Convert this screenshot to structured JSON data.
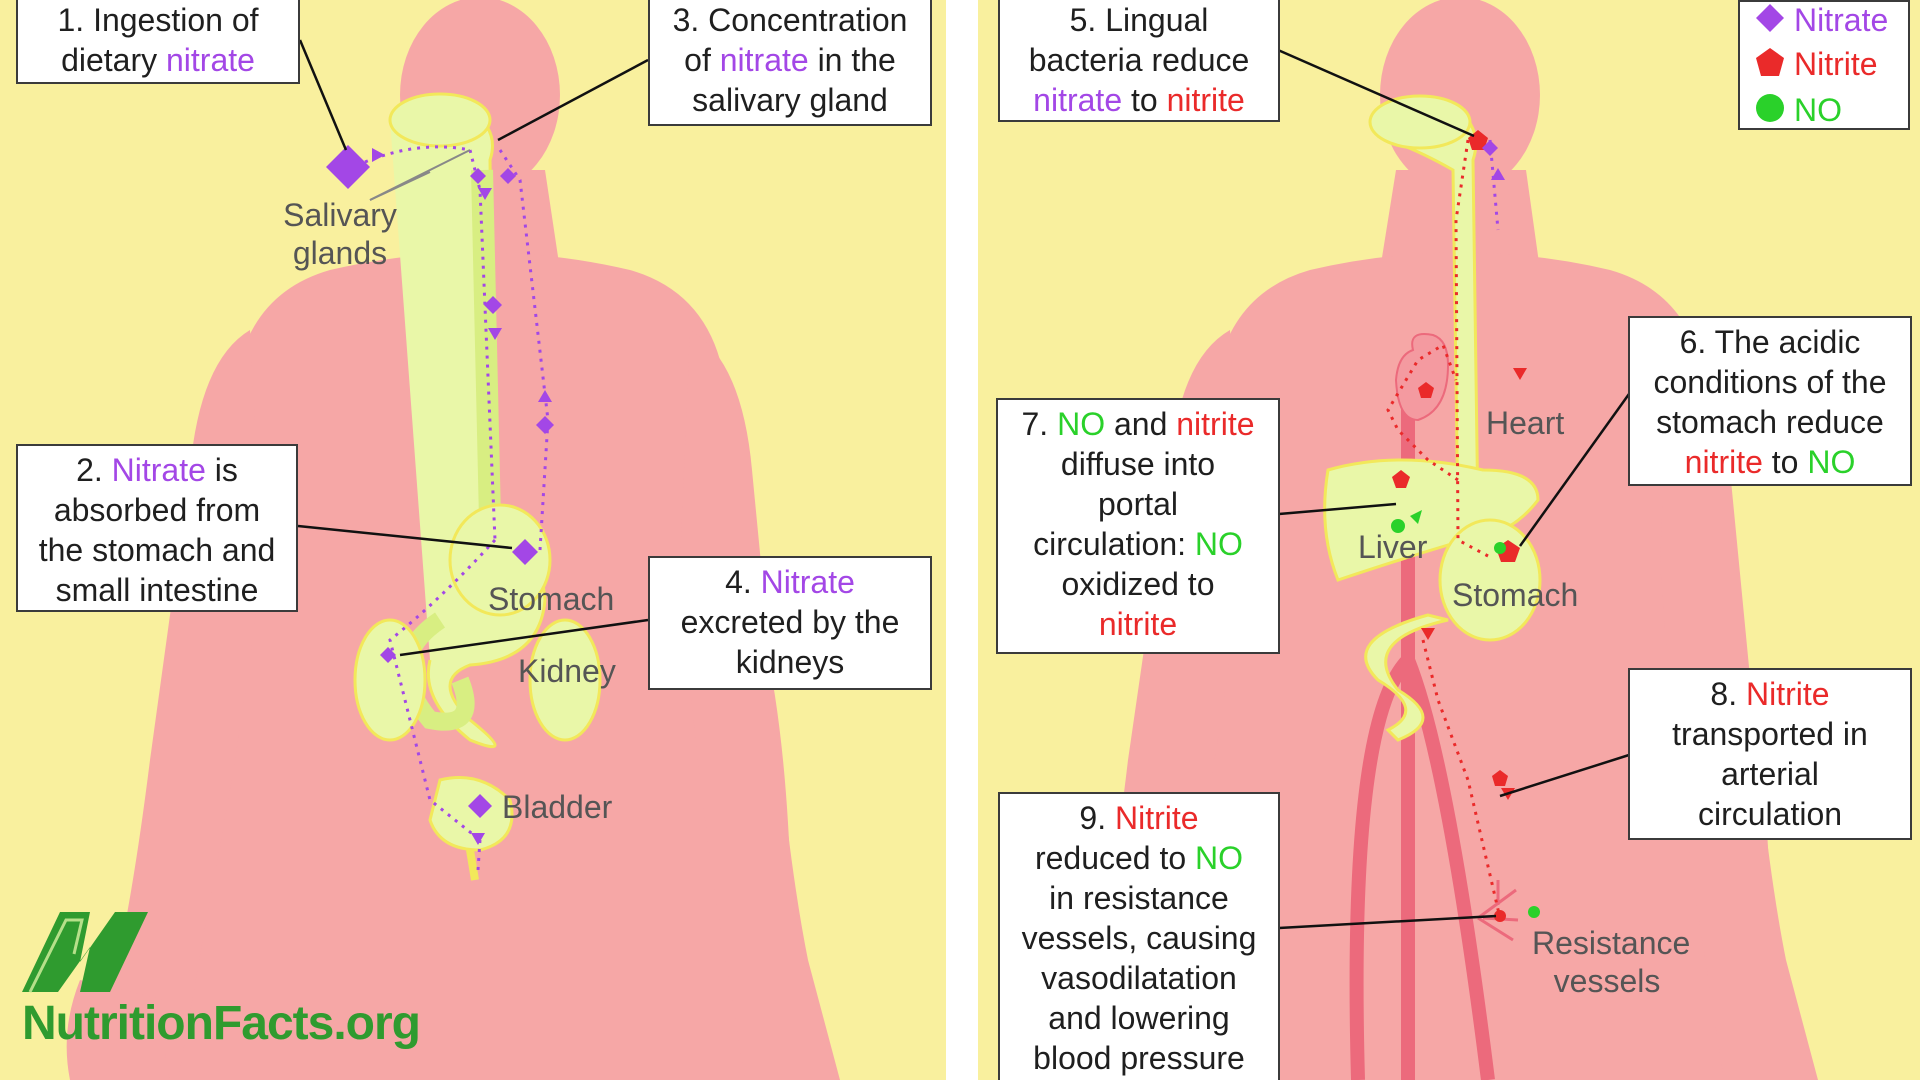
{
  "left": {
    "boxes": [
      {
        "id": "step1",
        "lines": [
          [
            {
              "t": "1. Ingestion of"
            }
          ],
          [
            {
              "t": "dietary "
            },
            {
              "t": "nitrate",
              "c": "nitrate"
            }
          ]
        ]
      },
      {
        "id": "step2",
        "lines": [
          [
            {
              "t": "2. "
            },
            {
              "t": "Nitrate",
              "c": "nitrate"
            },
            {
              "t": " is"
            }
          ],
          [
            {
              "t": "absorbed from"
            }
          ],
          [
            {
              "t": "the stomach and"
            }
          ],
          [
            {
              "t": "small intestine"
            }
          ]
        ]
      },
      {
        "id": "step3",
        "lines": [
          [
            {
              "t": "3. Concentration"
            }
          ],
          [
            {
              "t": "of "
            },
            {
              "t": "nitrate",
              "c": "nitrate"
            },
            {
              "t": " in the"
            }
          ],
          [
            {
              "t": "salivary gland"
            }
          ]
        ]
      },
      {
        "id": "step4",
        "lines": [
          [
            {
              "t": "4. "
            },
            {
              "t": "Nitrate",
              "c": "nitrate"
            }
          ],
          [
            {
              "t": "excreted by the"
            }
          ],
          [
            {
              "t": "kidneys"
            }
          ]
        ]
      }
    ],
    "labels": {
      "salivary_glands_line1": "Salivary",
      "salivary_glands_line2": "glands",
      "stomach": "Stomach",
      "kidney": "Kidney",
      "bladder": "Bladder"
    }
  },
  "right": {
    "boxes": [
      {
        "id": "step5",
        "lines": [
          [
            {
              "t": "5. Lingual"
            }
          ],
          [
            {
              "t": "bacteria reduce"
            }
          ],
          [
            {
              "t": "nitrate",
              "c": "nitrate"
            },
            {
              "t": " to "
            },
            {
              "t": "nitrite",
              "c": "nitrite"
            }
          ]
        ]
      },
      {
        "id": "step6",
        "lines": [
          [
            {
              "t": "6. The acidic"
            }
          ],
          [
            {
              "t": "conditions of the"
            }
          ],
          [
            {
              "t": "stomach reduce"
            }
          ],
          [
            {
              "t": "nitrite",
              "c": "nitrite"
            },
            {
              "t": " to "
            },
            {
              "t": "NO",
              "c": "no"
            }
          ]
        ]
      },
      {
        "id": "step7",
        "lines": [
          [
            {
              "t": "7. "
            },
            {
              "t": "NO",
              "c": "no"
            },
            {
              "t": " and "
            },
            {
              "t": "nitrite",
              "c": "nitrite"
            }
          ],
          [
            {
              "t": "diffuse into"
            }
          ],
          [
            {
              "t": "portal"
            }
          ],
          [
            {
              "t": "circulation: "
            },
            {
              "t": "NO",
              "c": "no"
            }
          ],
          [
            {
              "t": "oxidized to"
            }
          ],
          [
            {
              "t": "nitrite",
              "c": "nitrite"
            }
          ]
        ]
      },
      {
        "id": "step8",
        "lines": [
          [
            {
              "t": "8. "
            },
            {
              "t": "Nitrite",
              "c": "nitrite"
            }
          ],
          [
            {
              "t": "transported in"
            }
          ],
          [
            {
              "t": "arterial"
            }
          ],
          [
            {
              "t": "circulation"
            }
          ]
        ]
      },
      {
        "id": "step9",
        "lines": [
          [
            {
              "t": "9. "
            },
            {
              "t": "Nitrite",
              "c": "nitrite"
            }
          ],
          [
            {
              "t": "reduced to "
            },
            {
              "t": "NO",
              "c": "no"
            }
          ],
          [
            {
              "t": "in resistance"
            }
          ],
          [
            {
              "t": "vessels, causing"
            }
          ],
          [
            {
              "t": "vasodilatation"
            }
          ],
          [
            {
              "t": "and lowering"
            }
          ],
          [
            {
              "t": "blood pressure"
            }
          ]
        ]
      }
    ],
    "labels": {
      "heart": "Heart",
      "liver": "Liver",
      "stomach": "Stomach",
      "resistance_line1": "Resistance",
      "resistance_line2": "vessels"
    }
  },
  "legend": {
    "nitrate": "Nitrate",
    "nitrite": "Nitrite",
    "no": "NO"
  },
  "logo": {
    "text": "NutritionFacts.org"
  },
  "colors": {
    "background": "#f9f09e",
    "body": "#f6a7a6",
    "digestive": "#e9f7a8",
    "nitrate": "#a347e6",
    "nitrite": "#ea2a2a",
    "no": "#2ad12a",
    "logo_green": "#2f9b2f"
  },
  "icons": [
    "nitrate-diamond-icon",
    "nitrite-pentagon-icon",
    "no-circle-icon",
    "nutritionfacts-logo-icon"
  ]
}
